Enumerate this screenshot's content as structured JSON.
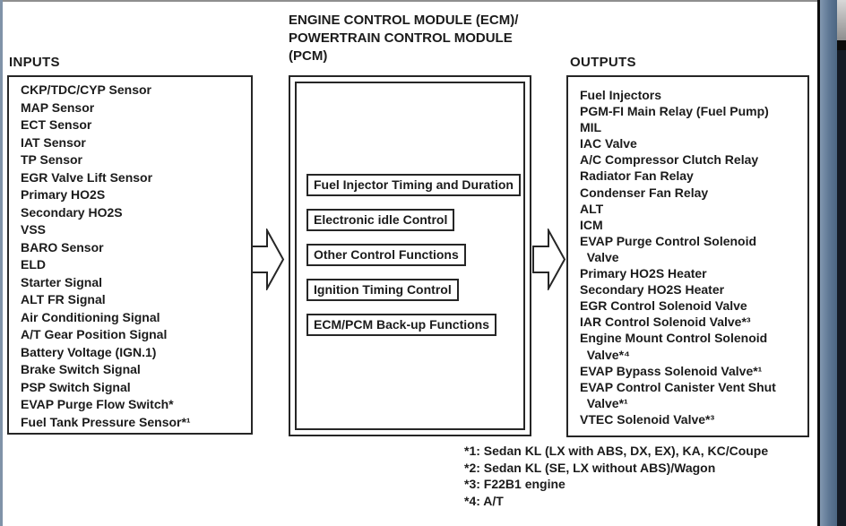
{
  "diagram": {
    "inputs": {
      "label": "INPUTS",
      "items": [
        "CKP/TDC/CYP Sensor",
        "MAP Sensor",
        "ECT Sensor",
        "IAT Sensor",
        "TP Sensor",
        "EGR Valve Lift Sensor",
        "Primary HO2S",
        "Secondary HO2S",
        "VSS",
        "BARO Sensor",
        "ELD",
        "Starter Signal",
        "ALT FR Signal",
        "Air Conditioning Signal",
        "A/T Gear Position Signal",
        "Battery Voltage (IGN.1)",
        "Brake Switch Signal",
        "PSP Switch Signal",
        "EVAP Purge Flow Switch*",
        "Fuel Tank Pressure Sensor*¹"
      ]
    },
    "ecm": {
      "title": "ENGINE CONTROL MODULE (ECM)/\nPOWERTRAIN CONTROL MODULE\n(PCM)",
      "functions": [
        "Fuel Injector Timing and Duration",
        "Electronic idle Control",
        "Other Control Functions",
        "Ignition Timing Control",
        "ECM/PCM Back-up Functions"
      ]
    },
    "outputs": {
      "label": "OUTPUTS",
      "items": [
        "Fuel Injectors",
        "PGM-FI Main Relay (Fuel Pump)",
        "MIL",
        "IAC Valve",
        "A/C Compressor Clutch Relay",
        "Radiator Fan Relay",
        "Condenser Fan Relay",
        "ALT",
        "ICM",
        "EVAP Purge Control Solenoid\n  Valve",
        "Primary HO2S Heater",
        "Secondary HO2S Heater",
        "EGR Control Solenoid Valve",
        "IAR Control Solenoid Valve*³",
        "Engine Mount Control Solenoid\n  Valve*⁴",
        "EVAP Bypass Solenoid Valve*¹",
        "EVAP Control Canister Vent Shut\n  Valve*¹",
        "VTEC Solenoid Valve*³"
      ]
    },
    "footnotes": [
      "*1: Sedan KL (LX with ABS, DX, EX), KA, KC/Coupe",
      "*2: Sedan KL (SE, LX without ABS)/Wagon",
      "*3: F22B1 engine",
      "*4: A/T"
    ],
    "icons": {
      "left_arrow": "flow-arrow-right-icon",
      "right_arrow": "flow-arrow-right-icon"
    },
    "colors": {
      "text": "#1b1b1b",
      "box_border": "#262626",
      "scrollbar_blue": "#5d7693",
      "window_edge_dark": "#151b25",
      "window_edge_silver": "#bfbfbf",
      "page_edge_blue": "#8093a8"
    }
  }
}
